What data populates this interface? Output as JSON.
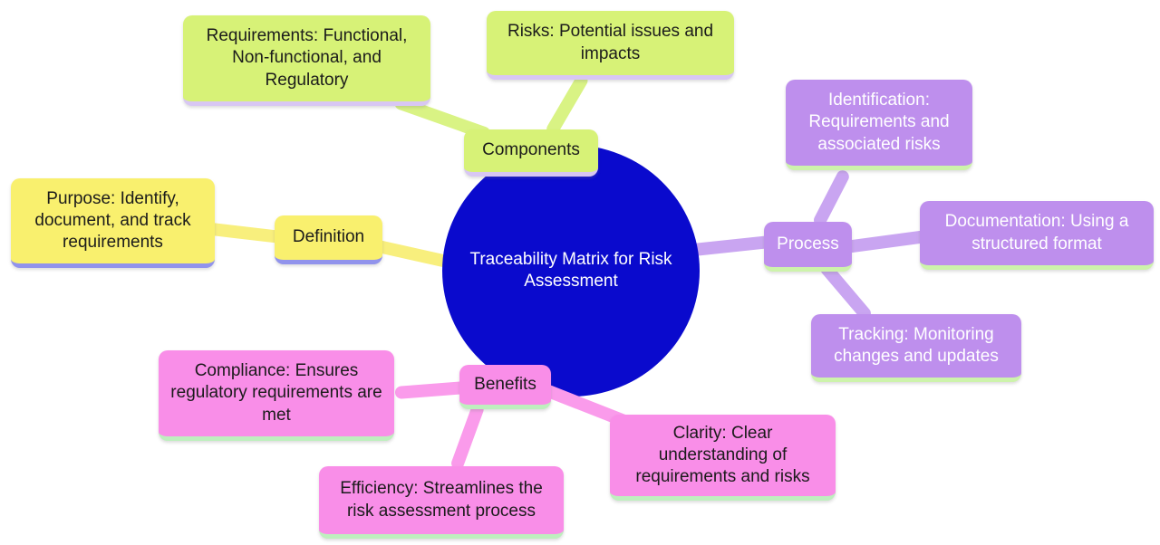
{
  "root": {
    "label": "Traceability Matrix for Risk Assessment",
    "fill": "#0A0ACD",
    "text_color": "#FFFFFF"
  },
  "sections": {
    "definition": {
      "label": "Definition",
      "fill": "#F9F06E",
      "edge": "#F8EF7D",
      "border": "#9193EC",
      "text_color": "#1B1B1B",
      "children": {
        "purpose": {
          "label": "Purpose: Identify, document, and track requirements"
        }
      }
    },
    "components": {
      "label": "Components",
      "fill": "#D7F277",
      "edge": "#D9F384",
      "border": "#D8C7F3",
      "text_color": "#1B1B1B",
      "children": {
        "requirements": {
          "label": "Requirements: Functional, Non-functional, and Regulatory"
        },
        "risks": {
          "label": "Risks: Potential issues and impacts"
        }
      }
    },
    "process": {
      "label": "Process",
      "fill": "#BE8FED",
      "edge": "#C9A5F1",
      "border": "#CDF3AB",
      "text_color": "#FFFFFF",
      "children": {
        "identification": {
          "label": "Identification: Requirements and associated risks"
        },
        "documentation": {
          "label": "Documentation: Using a structured format"
        },
        "tracking": {
          "label": "Tracking: Monitoring changes and updates"
        }
      }
    },
    "benefits": {
      "label": "Benefits",
      "fill": "#F98EE8",
      "edge": "#FA9BEB",
      "border": "#BEEFBE",
      "text_color": "#1B1B1B",
      "children": {
        "compliance": {
          "label": "Compliance: Ensures regulatory requirements are met"
        },
        "efficiency": {
          "label": "Efficiency: Streamlines the risk assessment process"
        },
        "clarity": {
          "label": "Clarity: Clear understanding of requirements and risks"
        }
      }
    }
  }
}
